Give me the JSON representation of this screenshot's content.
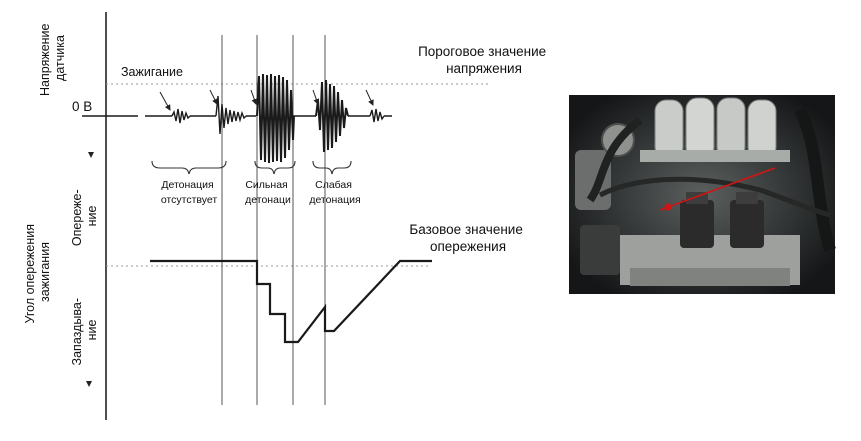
{
  "labels": {
    "sensor_voltage": [
      "Напряжение",
      "датчика"
    ],
    "zero_volt": "0 В",
    "ignition": "Зажигание",
    "threshold": [
      "Пороговое значение",
      "напряжения"
    ],
    "no_knock": [
      "Детонация",
      "отсутствует"
    ],
    "strong_knock": [
      "Сильная",
      "детонаци"
    ],
    "weak_knock": [
      "Слабая",
      "детонация"
    ],
    "timing_angle": [
      "Угол опережения",
      "зажигания"
    ],
    "advance": [
      "Опереже-",
      "ние"
    ],
    "retard": [
      "Запаздыва-",
      "ние"
    ],
    "base_advance": [
      "Базовое значение",
      "опережения"
    ]
  },
  "photo": {
    "subject": "engine-bay-photo",
    "colors": {
      "dark": "#1d1f20",
      "metal": "#c9ccc8",
      "coil": "#2a2b2a",
      "marker": "#d01515"
    }
  }
}
